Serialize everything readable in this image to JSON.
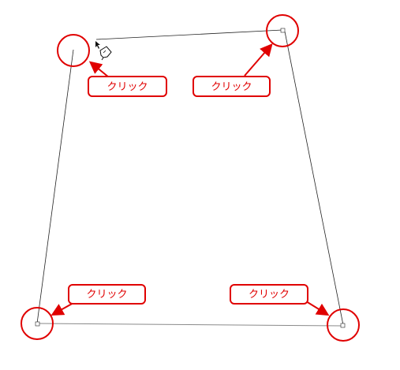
{
  "annotation": {
    "accent_color": "#e00000",
    "outline_color": "#222222",
    "cursor_icon": "pen-with-arrow-cursor"
  },
  "callouts": [
    {
      "id": "top-left",
      "label": "クリック"
    },
    {
      "id": "top-right",
      "label": "クリック"
    },
    {
      "id": "bottom-left",
      "label": "クリック"
    },
    {
      "id": "bottom-right",
      "label": "クリック"
    }
  ]
}
